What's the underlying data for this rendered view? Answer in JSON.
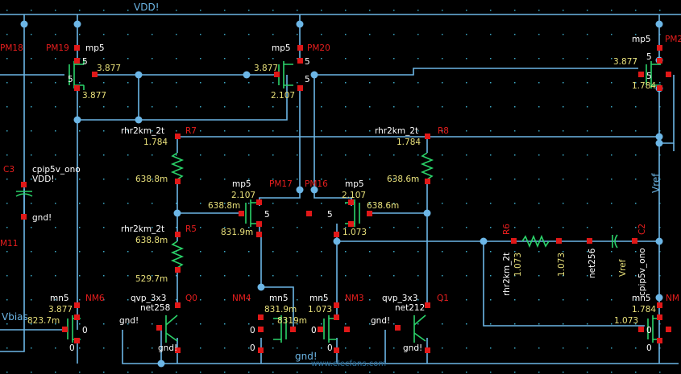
{
  "nets": {
    "vdd": "VDD!",
    "gnd": "gnd!",
    "vbias": "Vbias",
    "vref": "Vref",
    "watermark": "www.elecfans.com"
  },
  "instances": {
    "pm18": "PM18",
    "pm19": "PM19",
    "pm20": "PM20",
    "pm_right": "PM2",
    "pm17": "PM17",
    "pm16": "PM16",
    "nm6": "NM6",
    "nm4": "NM4",
    "nm3": "NM3",
    "nm_right": "NM",
    "r7": "R7",
    "r8": "R8",
    "r5": "R5",
    "r6": "R6",
    "c3": "C3",
    "c2": "C2",
    "q0": "Q0",
    "q1": "Q1",
    "m11": "M11"
  },
  "models": {
    "mp5": "mp5",
    "mn5": "mn5",
    "rhr": "rhr2km_2t",
    "qvp": "qvp_3x3",
    "cpip": "cpip5v_ono"
  },
  "values": {
    "v3877": "3.877",
    "v2107": "2.107",
    "v1784": "1.784",
    "v6388": "638.8m",
    "v6386": "638.6m",
    "v8319": "831.9m",
    "v5297": "529.7m",
    "v1073": "1.073",
    "v8237": "823.7m",
    "v5": "5",
    "v0": "0",
    "net258": "net258",
    "net212": "net212",
    "net256": "net256",
    "overlap": "8319m"
  }
}
